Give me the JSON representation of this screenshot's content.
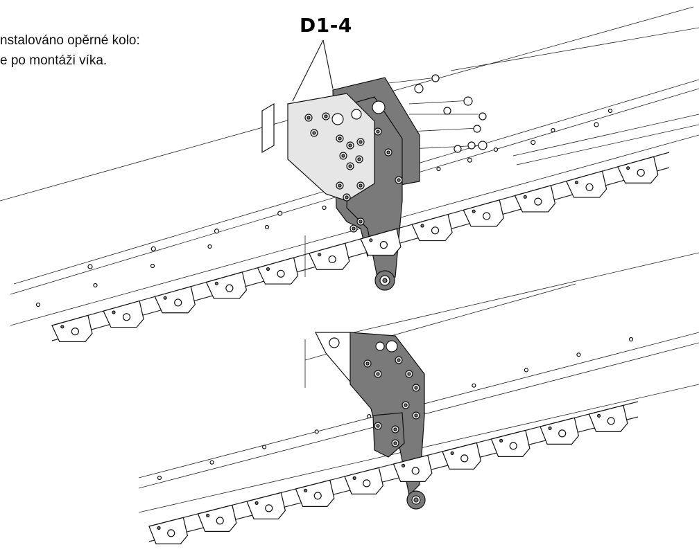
{
  "note": {
    "line1": "nstalováno opěrné kolo:",
    "line2": "e po montáži víka."
  },
  "part_label": "D1-4",
  "colors": {
    "bracket_dark": "#7a7a7a",
    "bracket_light": "#e6e6e6",
    "line": "#222222"
  }
}
